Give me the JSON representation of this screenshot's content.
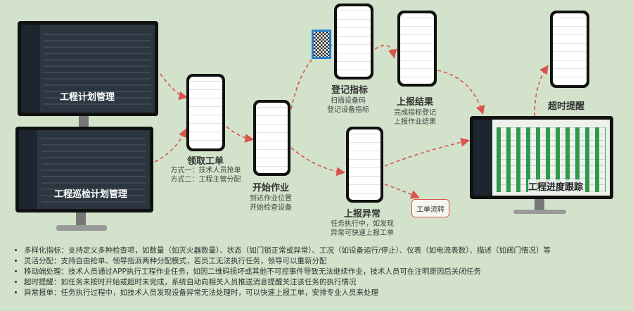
{
  "monitors": {
    "plan": "工程计划管理",
    "inspection": "工程巡检计划管理",
    "progress": "工程进度跟踪"
  },
  "steps": [
    {
      "title": "领取工单",
      "desc": [
        "方式一：技术人员抢单",
        "方式二：工程主管分配"
      ]
    },
    {
      "title": "开始作业",
      "desc": [
        "到达作业位置",
        "开始检查设备"
      ]
    },
    {
      "title": "登记指标",
      "desc": [
        "扫描设备码",
        "登记设备指标"
      ]
    },
    {
      "title": "上报结果",
      "desc": [
        "完成指标登记",
        "上报作业结果"
      ]
    },
    {
      "title": "上报异常",
      "desc": [
        "任务执行中，如发现",
        "异常可快速上报工单"
      ]
    },
    {
      "title": "超时提醒",
      "desc": []
    }
  ],
  "flow_box": "工单流转",
  "bullets": [
    "多样化指标：支持定义多种检查项，如数量（如灭火器数量）、状态（如门锁正常或异常）、工况（如设备运行/停止）、仪表（如电流表数）、描述（如阀门情况）等",
    "灵活分配：支持自由抢单、领导指派两种分配模式，若员工无法执行任务，领导可以重新分配",
    "移动端处理：技术人员通过APP执行工程作业任务，如因二维码损坏或其他不可控事件导致无法继续作业，技术人员可在注明原因后关闭任务",
    "超时提醒：如任务未按时开始或超时未完成，系统自动向相关人员推送消息提醒关注该任务的执行情况",
    "异常报单：任务执行过程中，如技术人员发现设备异常无法处理时，可以快速上报工单，安排专业人员来处理"
  ],
  "colors": {
    "arrow": "#d9534f",
    "background": "#d2e2cb"
  }
}
